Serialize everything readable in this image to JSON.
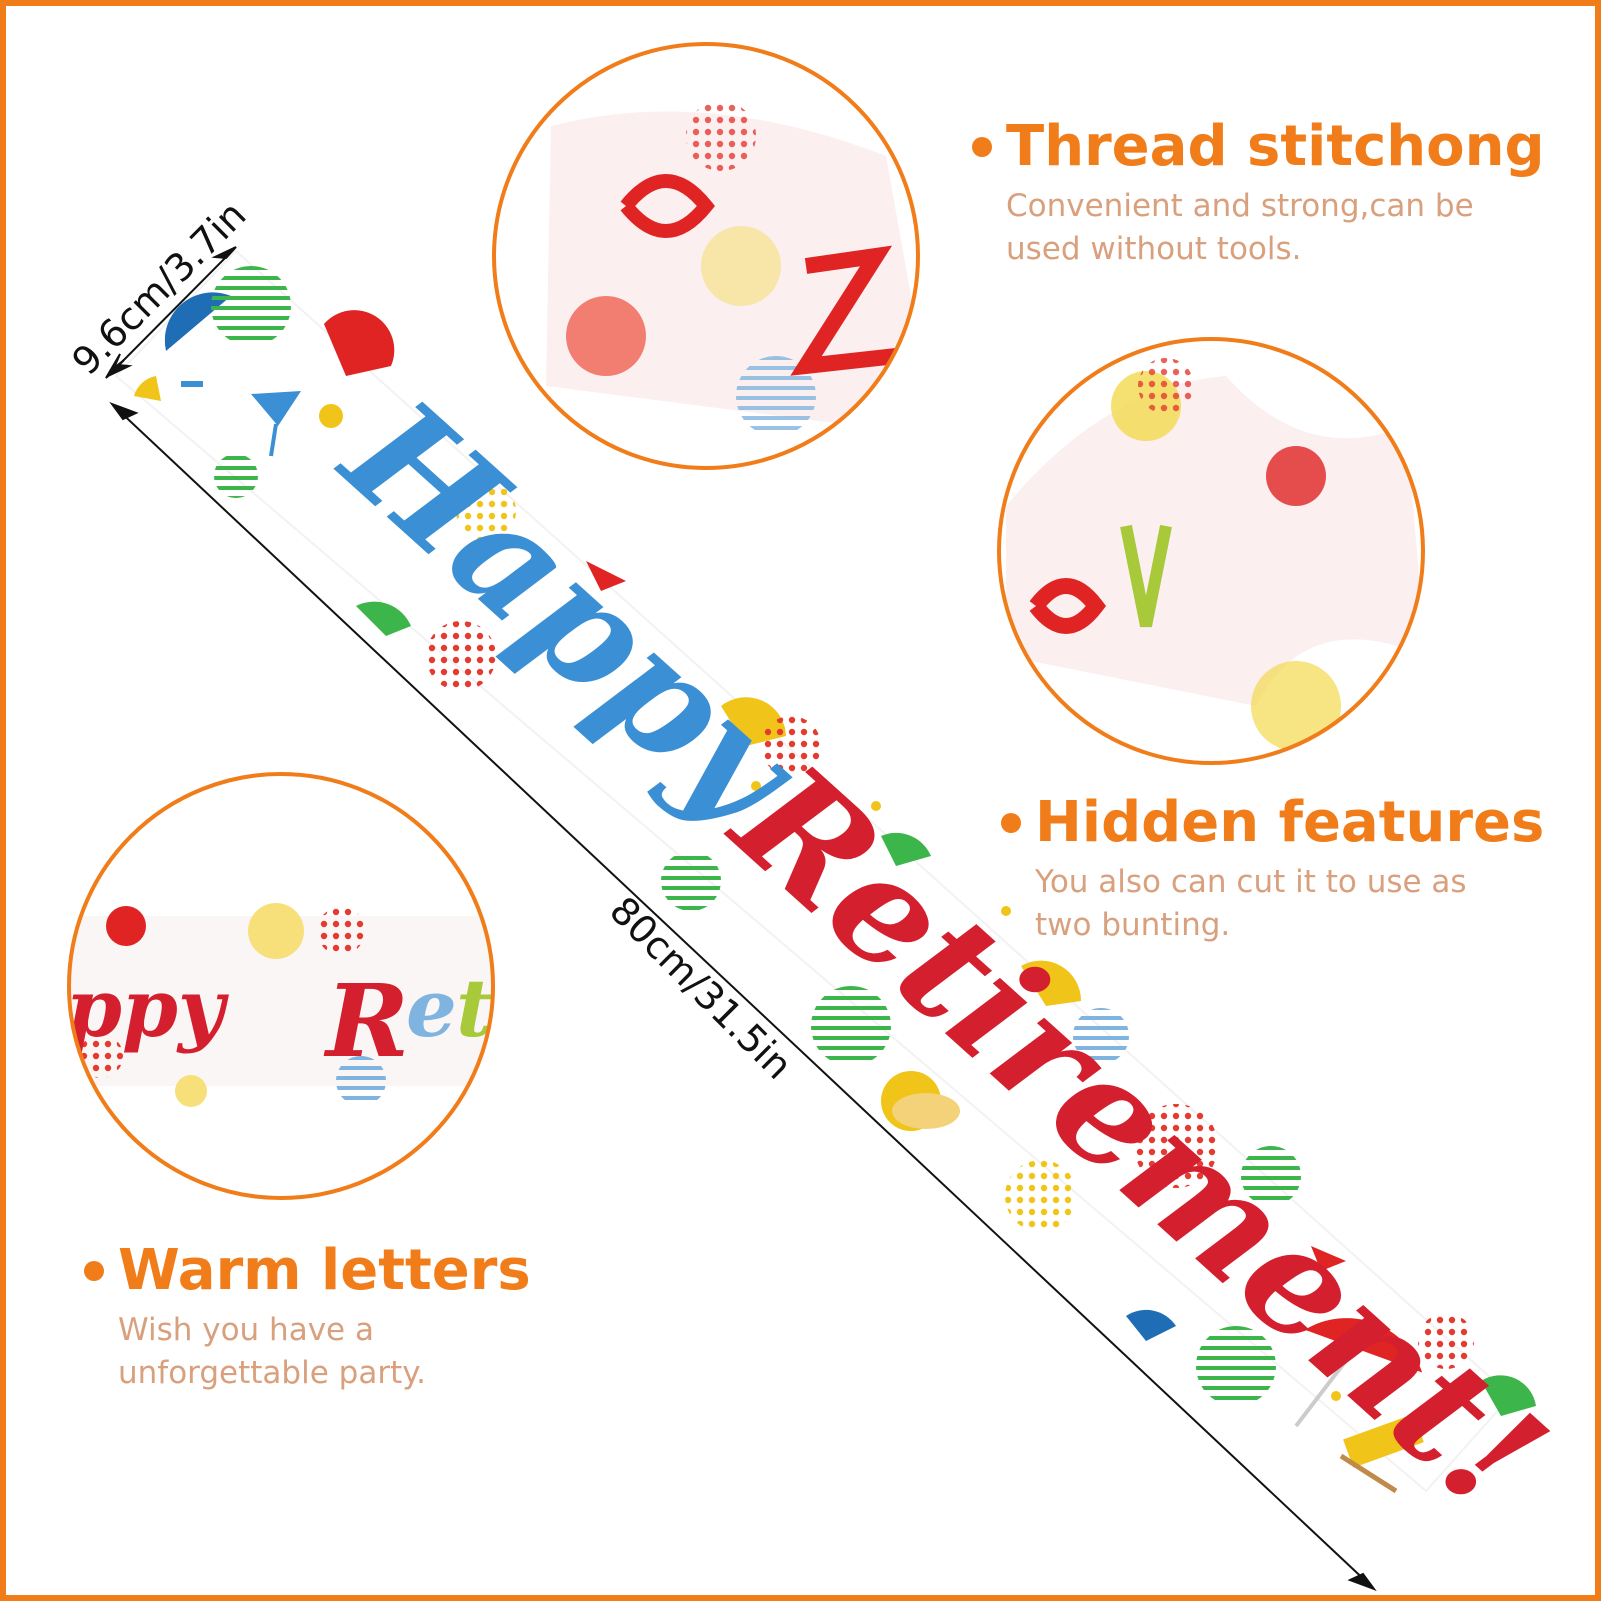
{
  "dimensions": {
    "width": "9.6cm/3.7in",
    "length": "80cm/31.5in"
  },
  "banner": {
    "word1": "Happy",
    "word2": "Retirement!"
  },
  "features": [
    {
      "title": "Thread stitchong",
      "lines": [
        "Convenient and strong,can be",
        "used without tools."
      ]
    },
    {
      "title": "Hidden features",
      "lines": [
        "You also can cut it to use as",
        "two bunting."
      ]
    },
    {
      "title": "Warm letters",
      "lines": [
        "Wish you have a",
        "unforgettable party."
      ]
    }
  ],
  "colors": {
    "accent": "#f07d19",
    "description_text": "#d9a07e",
    "frame": "#f07d19"
  }
}
